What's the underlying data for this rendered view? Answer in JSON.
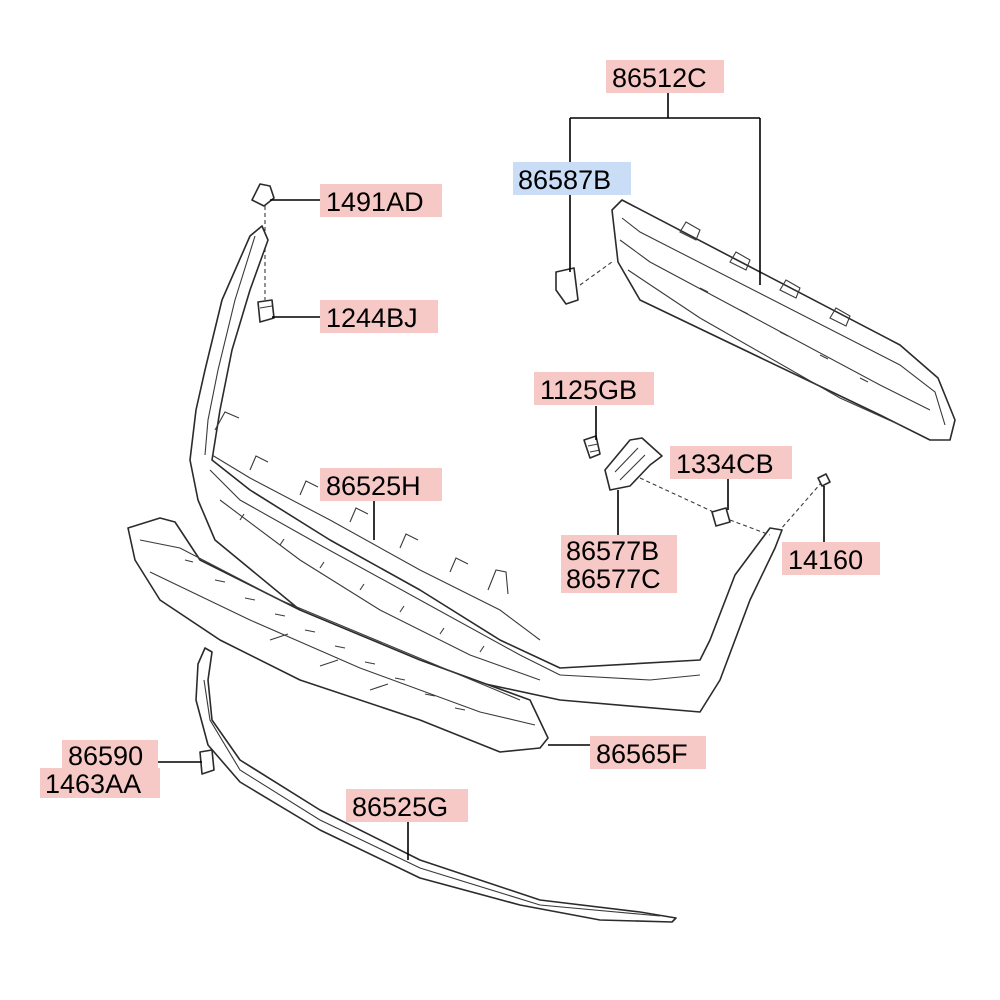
{
  "colors": {
    "label_default": "#f6c9c6",
    "label_highlight": "#c9ddf6",
    "line": "#000000"
  },
  "labels": {
    "l_86512C": {
      "text": "86512C",
      "highlight": false
    },
    "l_86587B": {
      "text": "86587B",
      "highlight": true
    },
    "l_1491AD": {
      "text": "1491AD",
      "highlight": false
    },
    "l_1244BJ": {
      "text": "1244BJ",
      "highlight": false
    },
    "l_1125GB": {
      "text": "1125GB",
      "highlight": false
    },
    "l_1334CB": {
      "text": "1334CB",
      "highlight": false
    },
    "l_86525H": {
      "text": "86525H",
      "highlight": false
    },
    "l_86577B": {
      "text": "86577B",
      "highlight": false
    },
    "l_86577C": {
      "text": "86577C",
      "highlight": false
    },
    "l_14160": {
      "text": "14160",
      "highlight": false
    },
    "l_86590": {
      "text": "86590",
      "highlight": false
    },
    "l_1463AA": {
      "text": "1463AA",
      "highlight": false
    },
    "l_86565F": {
      "text": "86565F",
      "highlight": false
    },
    "l_86525G": {
      "text": "86525G",
      "highlight": false
    }
  }
}
